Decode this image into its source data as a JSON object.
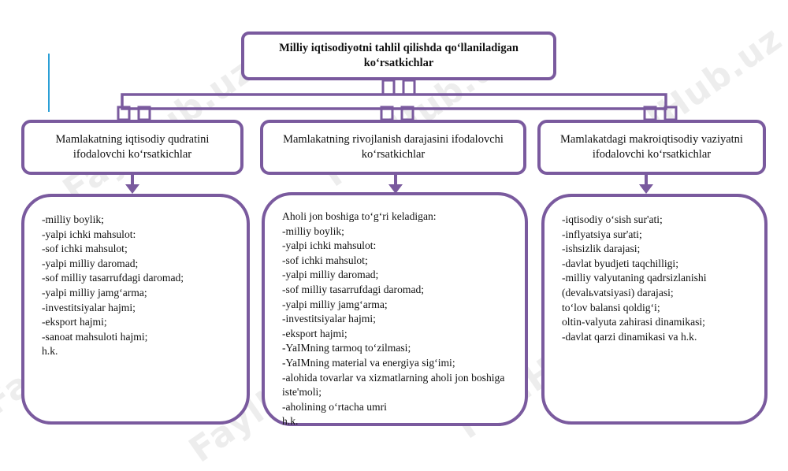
{
  "title": "Milliy iqtisodiyotni tahlil qilishda qo‘llaniladigan ko‘rsatkichlar",
  "categories": [
    {
      "heading": "Mamlakatning iqtisodiy qudratini ifodalovchi ko‘rsatkichlar",
      "intro": "",
      "items": [
        "-milliy  boylik;",
        "-yalpi ichki mahsulot:",
        "-sof ichki mahsulot;",
        "-yalpi milliy daromad;",
        "-sof milliy tasarrufdagi  daromad;",
        "-yalpi milliy jamg‘arma;",
        "-investitsiyalar hajmi;",
        "-eksport hajmi;",
        "-sanoat mahsuloti hajmi;",
        "h.k."
      ]
    },
    {
      "heading": "Mamlakatning rivojlanish darajasini ifodalovchi ko‘rsatkichlar",
      "intro": "Aholi jon boshiga to‘g‘ri keladigan:",
      "items": [
        "-milliy  boylik;",
        "-yalpi ichki mahsulot:",
        "-sof ichki mahsulot;",
        "-yalpi milliy daromad;",
        "-sof milliy tasarrufdagi  daromad;",
        "-yalpi  milliy jamg‘arma;",
        "-investitsiyalar hajmi;",
        "-eksport hajmi;",
        "-YaIMning tarmoq to‘zilmasi;",
        "-YaIMning material va energiya sig‘imi;",
        "-alohida tovarlar va xizmatlarning aholi jon boshiga iste'moli;",
        "-aholining o‘rtacha umri",
        "h.k."
      ]
    },
    {
      "heading": "Mamlakatdagi makroiqtisodiy vaziyatni ifodalovchi ko‘rsatkichlar",
      "intro": "",
      "items": [
        "-iqtisodiy o‘sish sur'ati;",
        "-inflyatsiya sur'ati;",
        "-ishsizlik darajasi;",
        "-davlat byudjeti taqchilligi;",
        "-milliy valyutaning qadrsizlanishi (devalьvatsiyasi) darajasi;",
        "to‘lov balansi qoldig‘i;",
        "oltin-valyuta zahirasi dinamikasi;",
        "-davlat qarzi dinamikasi va h.k."
      ]
    }
  ],
  "watermark": "FaylHub.uz",
  "colors": {
    "border": "#7a5a9e",
    "accent_line": "#2a9fd6"
  }
}
